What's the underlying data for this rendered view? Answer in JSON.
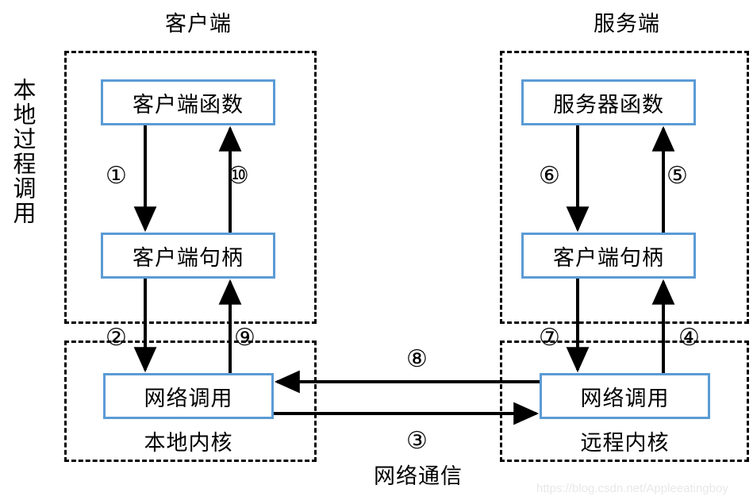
{
  "diagram": {
    "title_client": "客户端",
    "title_server": "服务端",
    "side_label": "本地过程调用",
    "network_label": "网络通信",
    "watermark": "https://blog.csdn.net/Appleeatingboy"
  },
  "nodes": {
    "client_function": "客户端函数",
    "client_stub": "客户端句柄",
    "client_network_call": "网络调用",
    "local_kernel": "本地内核",
    "server_function": "服务器函数",
    "server_stub": "客户端句柄",
    "server_network_call": "网络调用",
    "remote_kernel": "远程内核"
  },
  "steps": {
    "s1": "①",
    "s2": "②",
    "s3": "③",
    "s4": "④",
    "s5": "⑤",
    "s6": "⑥",
    "s7": "⑦",
    "s8": "⑧",
    "s9": "⑨",
    "s10": "⑩"
  },
  "colors": {
    "node_border": "#5B9BD5",
    "zone_border": "#000000",
    "arrow": "#000000",
    "background": "#ffffff",
    "watermark": "#e8e8e8"
  }
}
